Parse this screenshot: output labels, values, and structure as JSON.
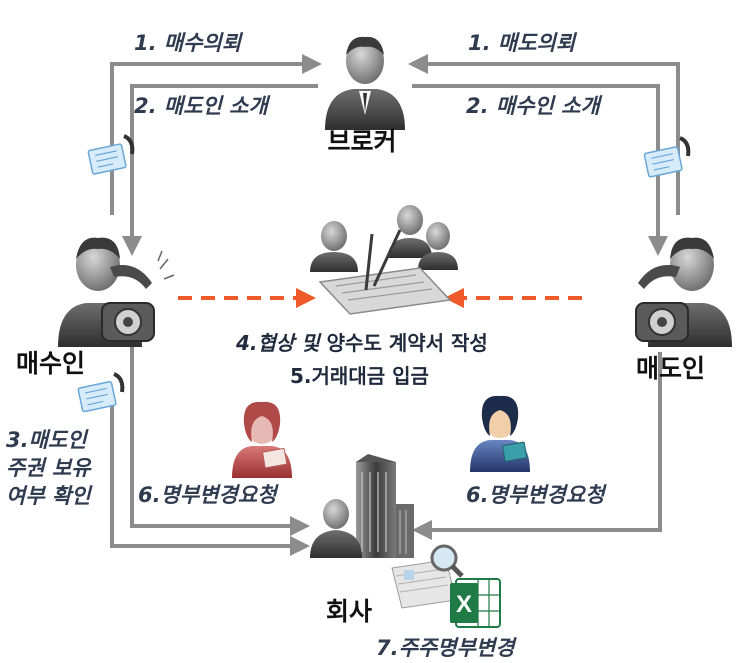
{
  "nodes": {
    "broker": "브로커",
    "buyer": "매수인",
    "seller": "매도인",
    "company": "회사"
  },
  "steps": {
    "buyer_request": "1. 매수의뢰",
    "seller_request": "1. 매도의뢰",
    "intro_seller": "2. 매도인 소개",
    "intro_buyer": "2. 매수인 소개",
    "confirm_line1": "3.매도인",
    "confirm_line2": "주권 보유",
    "confirm_line3": "여부 확인",
    "negotiate_part1": "4.협상 및",
    "negotiate_part2": " 양수도 계약서 작성",
    "payment": "5.거래대금 입금",
    "change_request_buyer": "6.명부변경요청",
    "change_request_seller": "6.명부변경요청",
    "register_change": "7.주주명부변경"
  },
  "colors": {
    "arrow_gray": "#8c8c8c",
    "dash_orange": "#ee5a2a",
    "excel_green": "#1f7a45",
    "label_text": "#2f3b4f"
  },
  "icons": {
    "broker": "person-icon",
    "buyer": "person-phone-icon",
    "seller": "person-phone-icon",
    "meeting": "meeting-icon",
    "company": "building-icon",
    "document": "document-icon",
    "excel": "excel-icon",
    "clerk_red": "clerk-icon",
    "clerk_blue": "clerk-icon"
  }
}
